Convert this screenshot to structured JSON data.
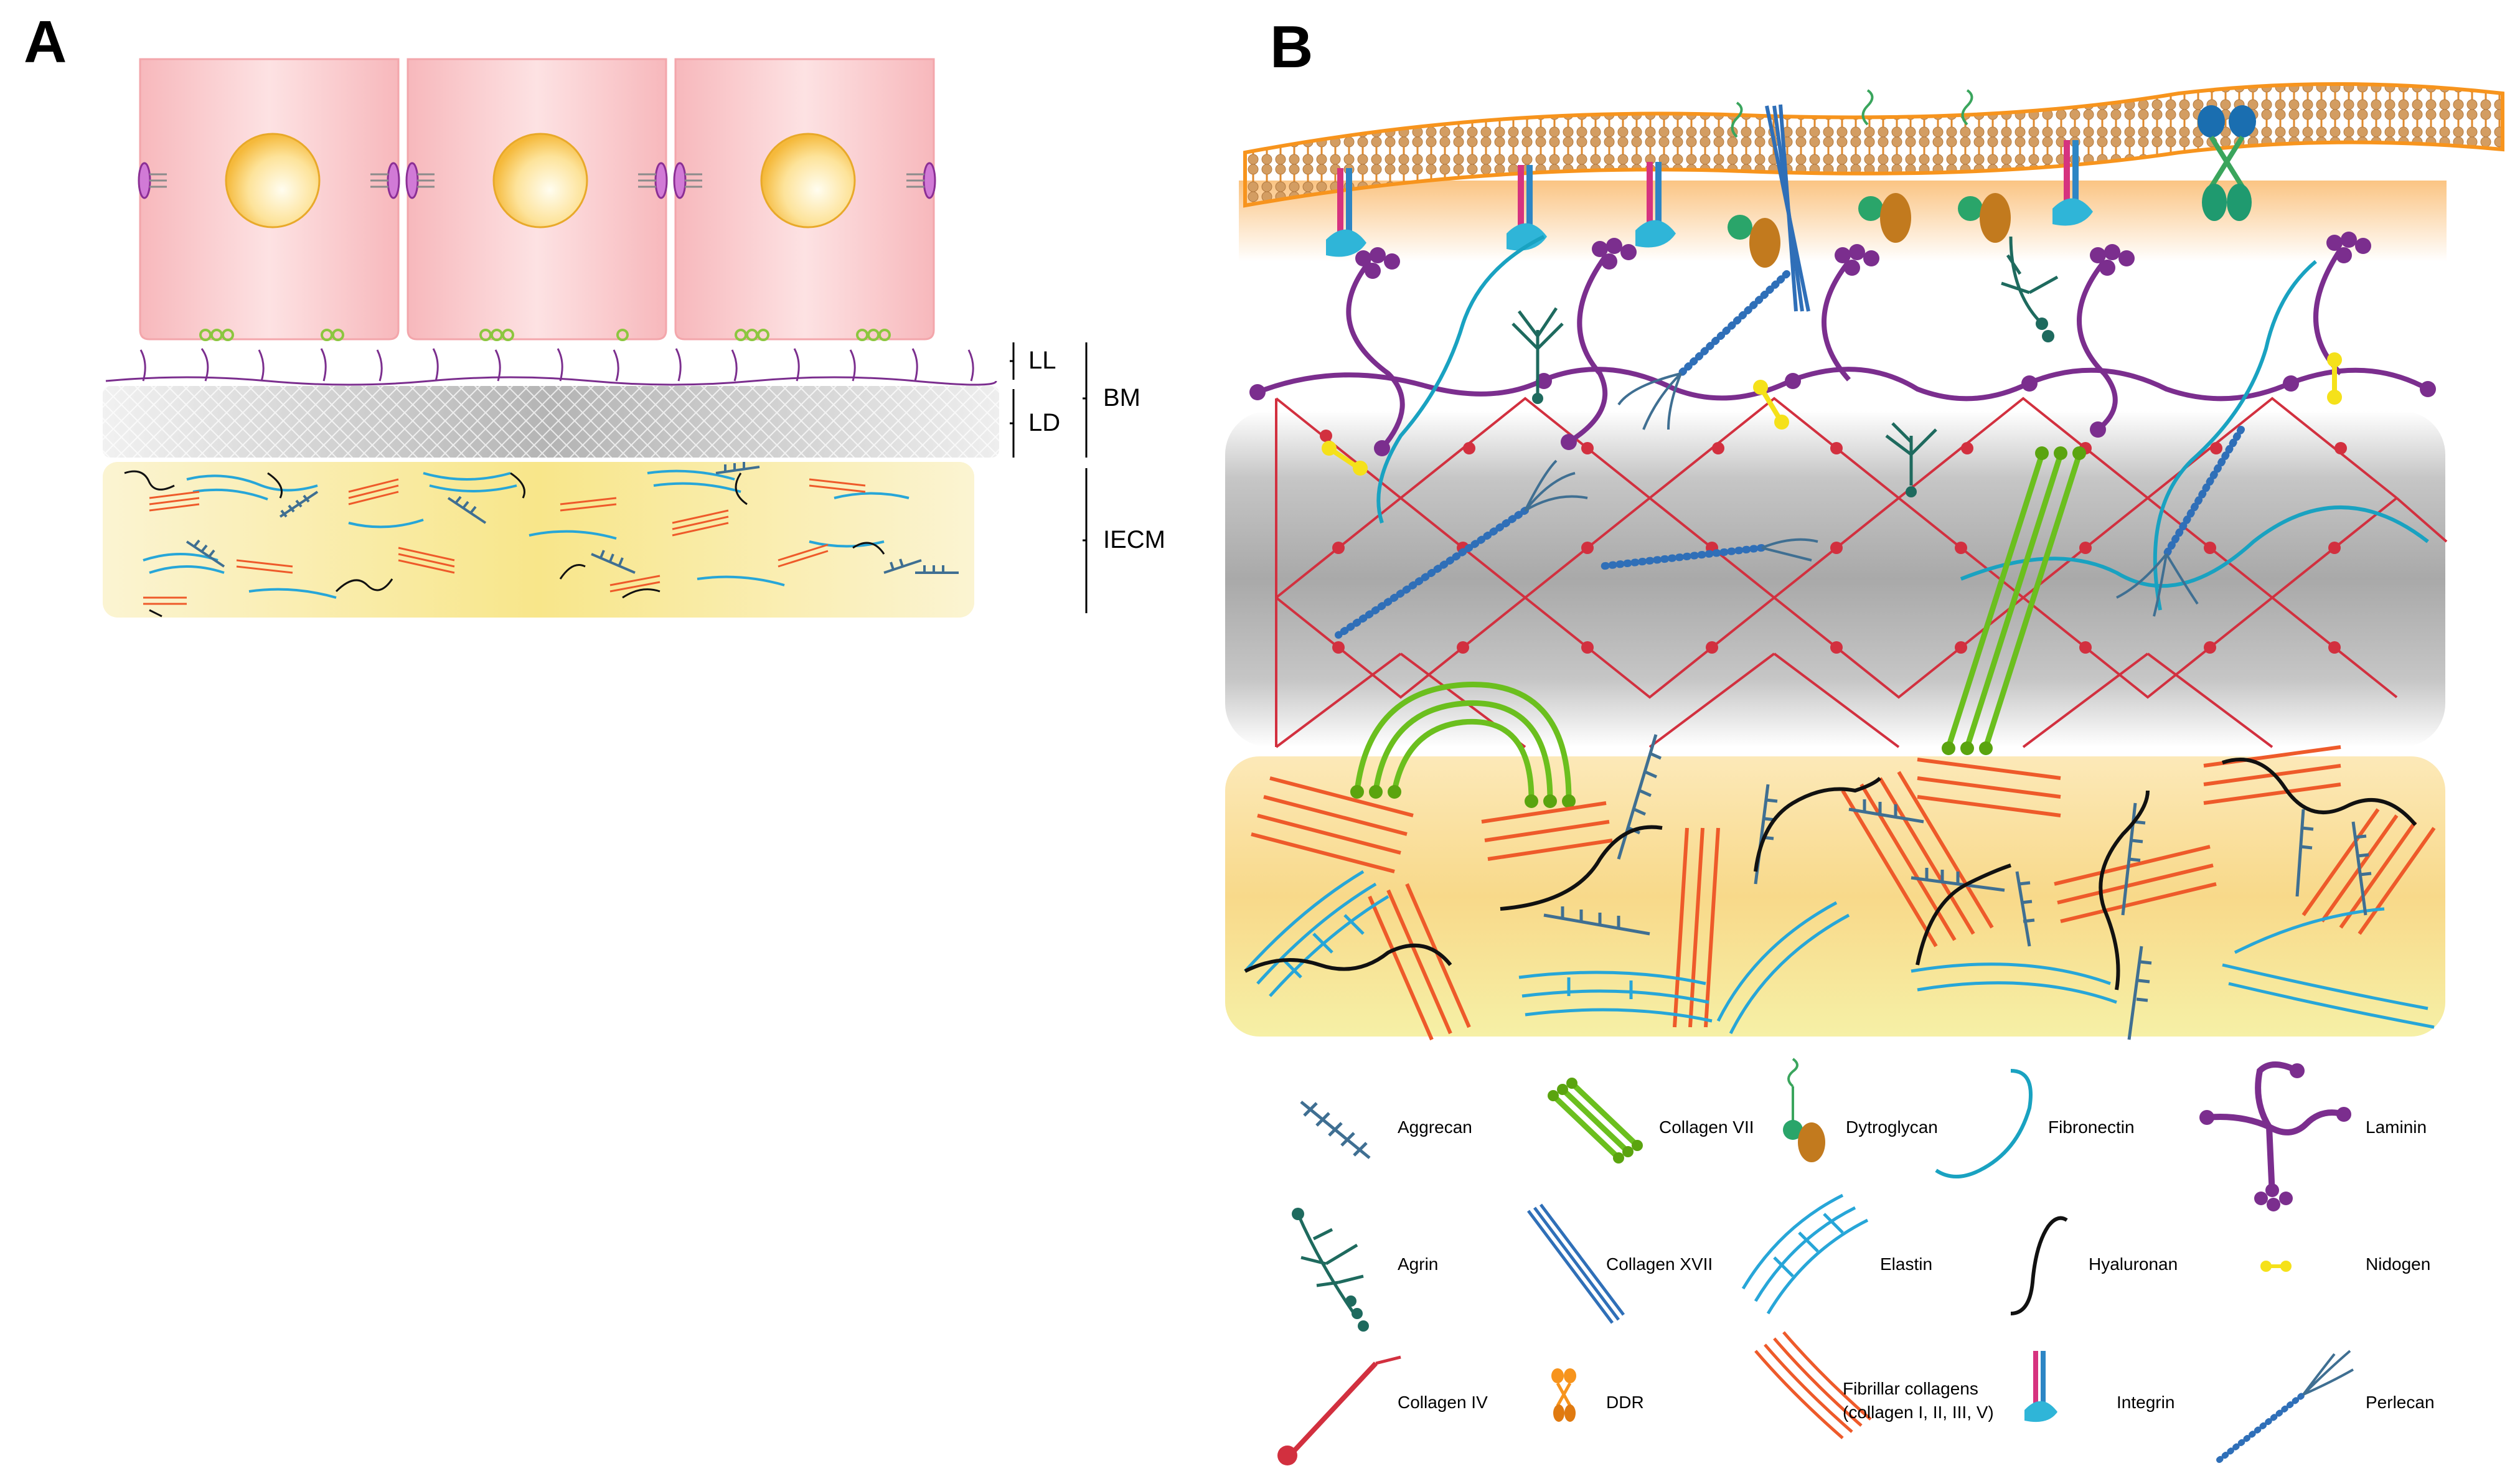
{
  "panels": {
    "a": {
      "letter": "A"
    },
    "b": {
      "letter": "B"
    }
  },
  "layer_labels": {
    "ll": "LL",
    "ld": "LD",
    "bm": "BM",
    "iecm": "IECM"
  },
  "legend": {
    "aggrecan": "Aggrecan",
    "collagen_vii": "Collagen VII",
    "dystroglycan": "Dytroglycan",
    "fibronectin": "Fibronectin",
    "laminin": "Laminin",
    "agrin": "Agrin",
    "collagen_xvii": "Collagen XVII",
    "elastin": "Elastin",
    "hyaluronan": "Hyaluronan",
    "nidogen": "Nidogen",
    "collagen_iv": "Collagen IV",
    "ddr": "DDR",
    "fibrillar_line1": "Fibrillar collagens",
    "fibrillar_line2": "(collagen I, II, III, V)",
    "integrin": "Integrin",
    "perlecan": "Perlecan"
  },
  "colors": {
    "cell_pink": "#f9c9cc",
    "nucleus": "#fbd66b",
    "laminin_purple": "#7b2e8e",
    "collagen_iv_red": "#d2303f",
    "fibrillar_orange": "#ee5a2a",
    "elastin_blue": "#27a6d8",
    "aggrecan_steel": "#3f6f92",
    "collagen_vii_green": "#6bbf1e",
    "fibronectin_teal": "#19a2c1",
    "perlecan_blue": "#2f6fb8",
    "agrin_green": "#1e6a5e",
    "hyaluronan_black": "#111111",
    "nidogen_yellow": "#f5e11a",
    "membrane_tan": "#d9a36a",
    "membrane_orange": "#f7941d",
    "ld_grey": "#a9a9a9",
    "iecm_yellow": "#f7e9a6"
  }
}
